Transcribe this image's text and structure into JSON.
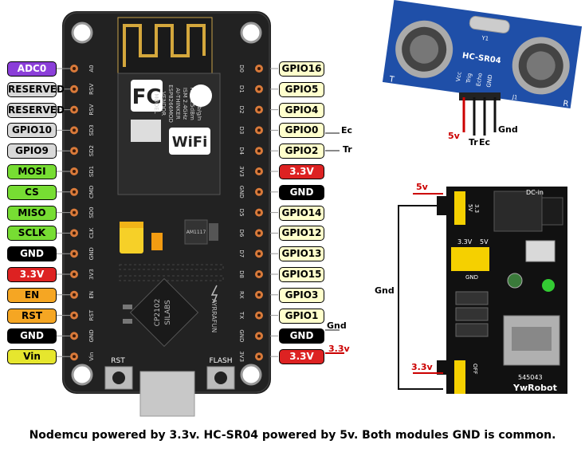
{
  "nodemcu": {
    "left_pins": [
      {
        "label": "ADC0",
        "bg": "#8b3fd9",
        "fg": "#ffffff"
      },
      {
        "label": "RESERVED",
        "bg": "#d9d9d9",
        "fg": "#000000"
      },
      {
        "label": "RESERVED",
        "bg": "#d9d9d9",
        "fg": "#000000"
      },
      {
        "label": "GPIO10",
        "bg": "#d9d9d9",
        "fg": "#000000"
      },
      {
        "label": "GPIO9",
        "bg": "#d9d9d9",
        "fg": "#000000"
      },
      {
        "label": "MOSI",
        "bg": "#77dd33",
        "fg": "#000000"
      },
      {
        "label": "CS",
        "bg": "#77dd33",
        "fg": "#000000"
      },
      {
        "label": "MISO",
        "bg": "#77dd33",
        "fg": "#000000"
      },
      {
        "label": "SCLK",
        "bg": "#77dd33",
        "fg": "#000000"
      },
      {
        "label": "GND",
        "bg": "#000000",
        "fg": "#ffffff"
      },
      {
        "label": "3.3V",
        "bg": "#dd2222",
        "fg": "#ffffff"
      },
      {
        "label": "EN",
        "bg": "#f5a623",
        "fg": "#000000"
      },
      {
        "label": "RST",
        "bg": "#f5a623",
        "fg": "#000000"
      },
      {
        "label": "GND",
        "bg": "#000000",
        "fg": "#ffffff"
      },
      {
        "label": "Vin",
        "bg": "#e6e62e",
        "fg": "#000000"
      }
    ],
    "right_pins": [
      {
        "label": "GPIO16",
        "bg": "#ffffcc",
        "fg": "#000000"
      },
      {
        "label": "GPIO5",
        "bg": "#ffffcc",
        "fg": "#000000"
      },
      {
        "label": "GPIO4",
        "bg": "#ffffcc",
        "fg": "#000000"
      },
      {
        "label": "GPIO0",
        "bg": "#ffffcc",
        "fg": "#000000"
      },
      {
        "label": "GPIO2",
        "bg": "#ffffcc",
        "fg": "#000000"
      },
      {
        "label": "3.3V",
        "bg": "#dd2222",
        "fg": "#ffffff"
      },
      {
        "label": "GND",
        "bg": "#000000",
        "fg": "#ffffff"
      },
      {
        "label": "GPIO14",
        "bg": "#ffffcc",
        "fg": "#000000"
      },
      {
        "label": "GPIO12",
        "bg": "#ffffcc",
        "fg": "#000000"
      },
      {
        "label": "GPIO13",
        "bg": "#ffffcc",
        "fg": "#000000"
      },
      {
        "label": "GPIO15",
        "bg": "#ffffcc",
        "fg": "#000000"
      },
      {
        "label": "GPIO3",
        "bg": "#ffffcc",
        "fg": "#000000"
      },
      {
        "label": "GPIO1",
        "bg": "#ffffcc",
        "fg": "#000000"
      },
      {
        "label": "GND",
        "bg": "#000000",
        "fg": "#ffffff"
      },
      {
        "label": "3.3V",
        "bg": "#dd2222",
        "fg": "#ffffff"
      }
    ],
    "board_left_silk": [
      "A0",
      "RSV",
      "RSV",
      "SD3",
      "SD2",
      "SD1",
      "CMD",
      "SD0",
      "CLK",
      "GND",
      "3V3",
      "EN",
      "RST",
      "GND",
      "Vin"
    ],
    "board_right_silk": [
      "D0",
      "D1",
      "D2",
      "D3",
      "D4",
      "3V3",
      "GND",
      "D5",
      "D6",
      "D7",
      "D8",
      "RX",
      "TX",
      "GND",
      "3V3"
    ],
    "module_text": [
      "MODEL",
      "VENDOR",
      "ESP8266MOD",
      "AI-THINKER",
      "ISM 2.4GHz",
      "PA +25dBm",
      "802.11b/g/n"
    ],
    "wifi_text": "WiFi",
    "chip_text": [
      "SILABS",
      "CP2102"
    ],
    "regulator_text": "AM1117",
    "brand_text": "AYRRAFUN",
    "rst_label": "RST",
    "flash_label": "FLASH",
    "annotations": {
      "gpio0": "Ec",
      "gpio2": "Tr",
      "gnd": "Gnd",
      "v33": "3.3v"
    }
  },
  "hcsr04": {
    "model": "HC-SR04",
    "pin_labels": [
      "Vcc",
      "Trig",
      "Echo",
      "GND"
    ],
    "t_label": "T",
    "r_label": "R",
    "y1": "Y1",
    "j1": "J1",
    "wires": {
      "vcc": "5v",
      "trig": "Tr",
      "echo": "Ec",
      "gnd": "Gnd"
    }
  },
  "power_module": {
    "top_voltage": "5v",
    "bottom_voltage": "3.3v",
    "gnd_label": "Gnd",
    "dc_in": "DC-in",
    "v33": "3.3V",
    "v5": "5V",
    "gnd_small": "GND",
    "off": "OFF",
    "v5_small": "5V",
    "v33_small": "3.3",
    "pn": "545043",
    "brand": "YwRobot"
  },
  "caption": "Nodemcu powered by 3.3v. HC-SR04 powered by 5v. Both modules GND is common."
}
